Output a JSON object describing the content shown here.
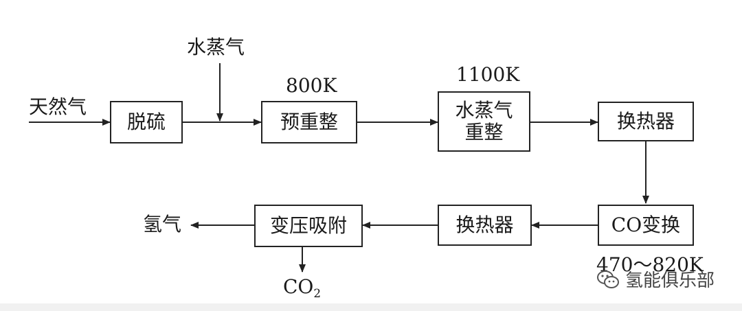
{
  "inputs": {
    "natural_gas": "天然气",
    "steam": "水蒸气"
  },
  "boxes": {
    "desulfurization": "脱硫",
    "pre_reforming": "预重整",
    "steam_reforming_line1": "水蒸气",
    "steam_reforming_line2": "重整",
    "heat_exchanger_1": "换热器",
    "co_shift": "CO变换",
    "heat_exchanger_2": "换热器",
    "psa": "变压吸附"
  },
  "outputs": {
    "hydrogen": "氢气",
    "co2_base": "CO",
    "co2_sub": "2"
  },
  "temperatures": {
    "pre_reforming": "800K",
    "steam_reforming": "1100K",
    "co_shift": "470～820K"
  },
  "watermark": {
    "text": "氢能俱乐部",
    "icon": "wechat-icon"
  }
}
